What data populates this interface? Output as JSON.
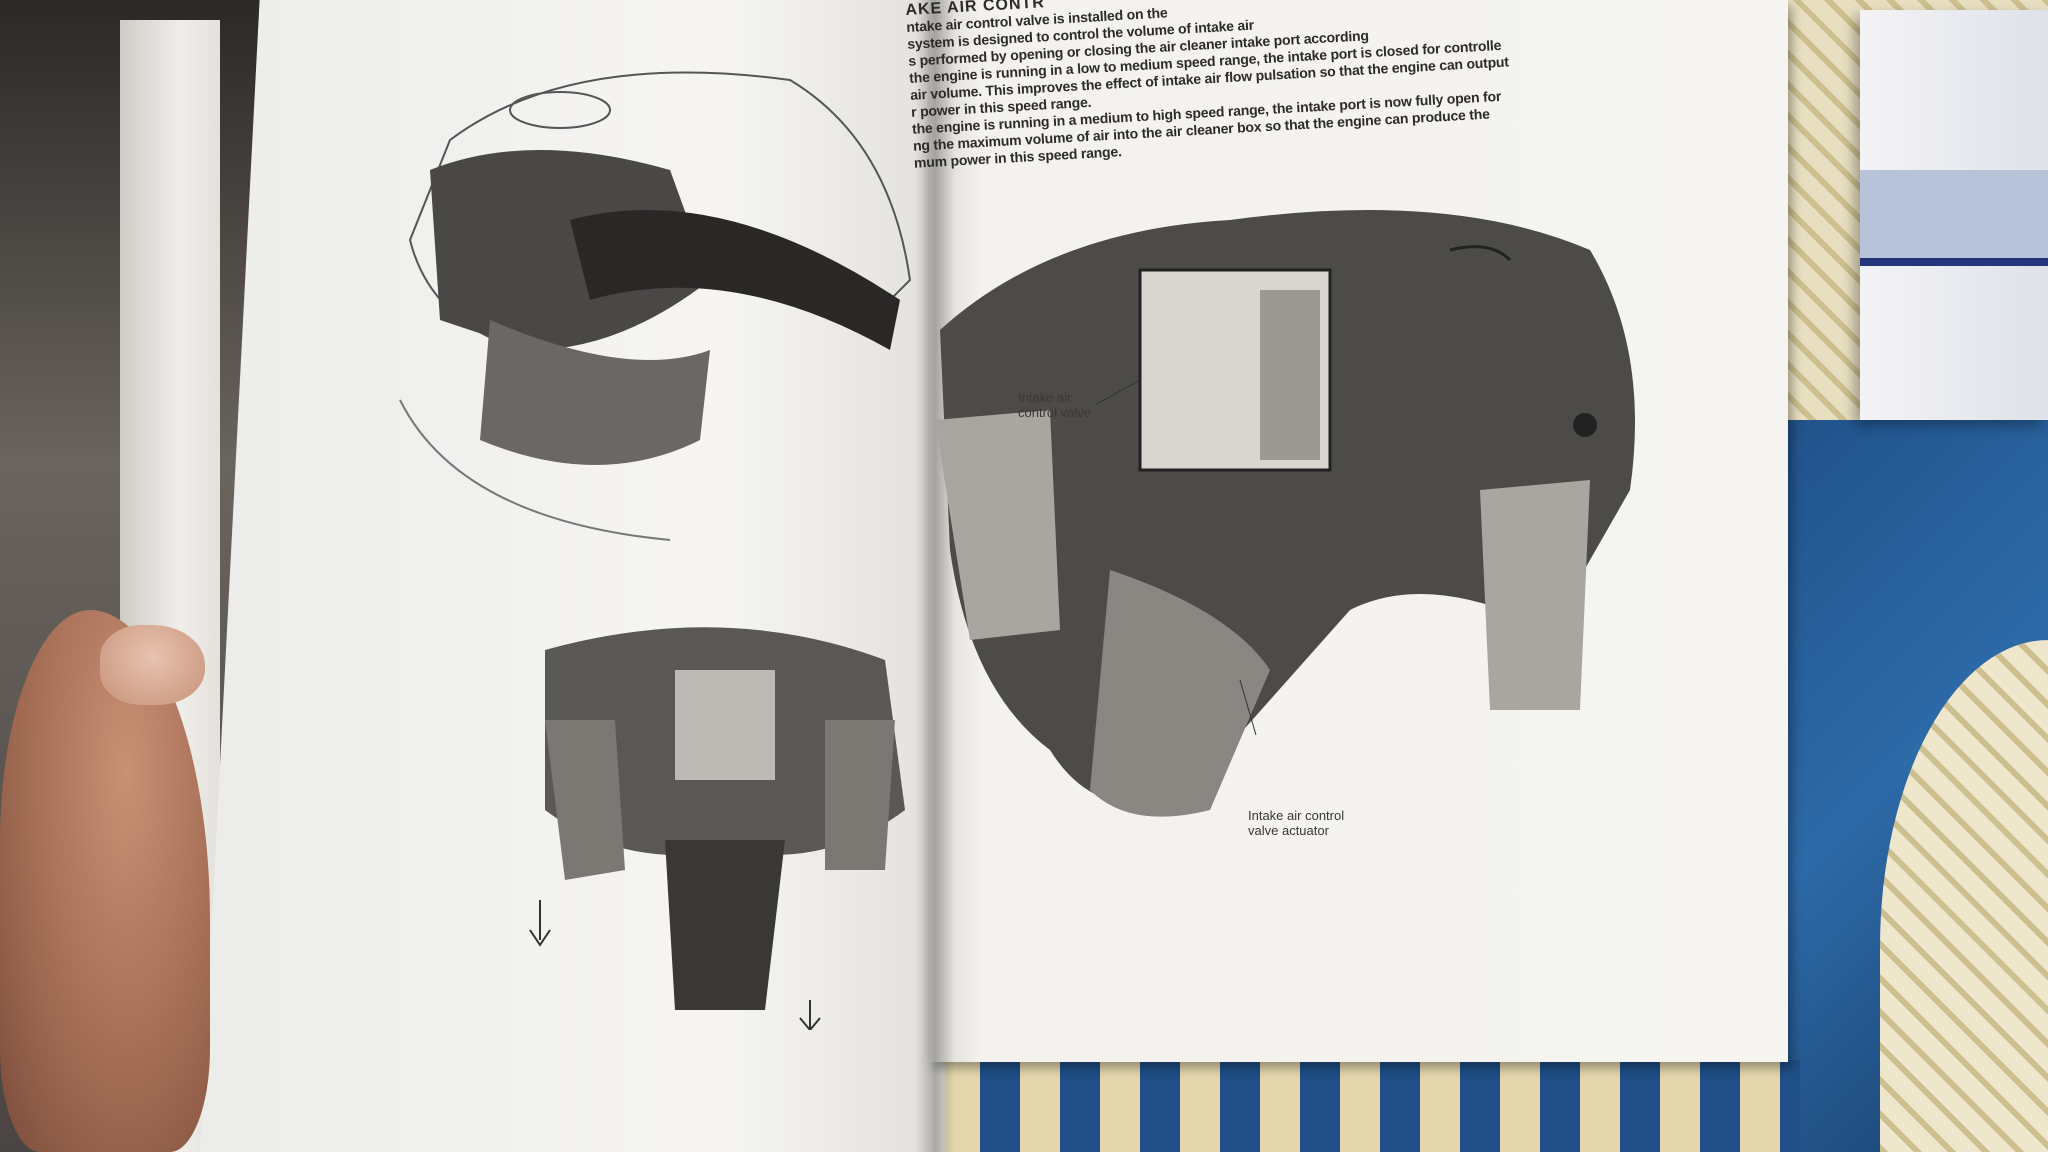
{
  "page": {
    "section_heading": "AKE AIR CONTR",
    "paragraph_lines": [
      "ntake air control valve is installed on the",
      "system is designed to control the volume of intake air",
      "s performed by opening or closing the air cleaner intake port according",
      "the engine is running in a low to medium speed range, the intake port is closed for controlle",
      "air volume. This improves the effect of intake air flow pulsation so that the engine can output",
      "r power in this speed range.",
      "the engine is running in a medium to high speed range, the intake port is now fully open for",
      "ng the maximum volume of air into the air cleaner box so that the engine can produce the",
      "mum power in this speed range."
    ],
    "labels": {
      "valve": "Intake air control valve",
      "actuator": "Intake air control valve actuator"
    }
  },
  "colors": {
    "paper": "#f5f4f0",
    "ink": "#2d2b29",
    "floor_blue": "#2d6aa8",
    "wallpaper_gold": "#cdbf8f"
  }
}
